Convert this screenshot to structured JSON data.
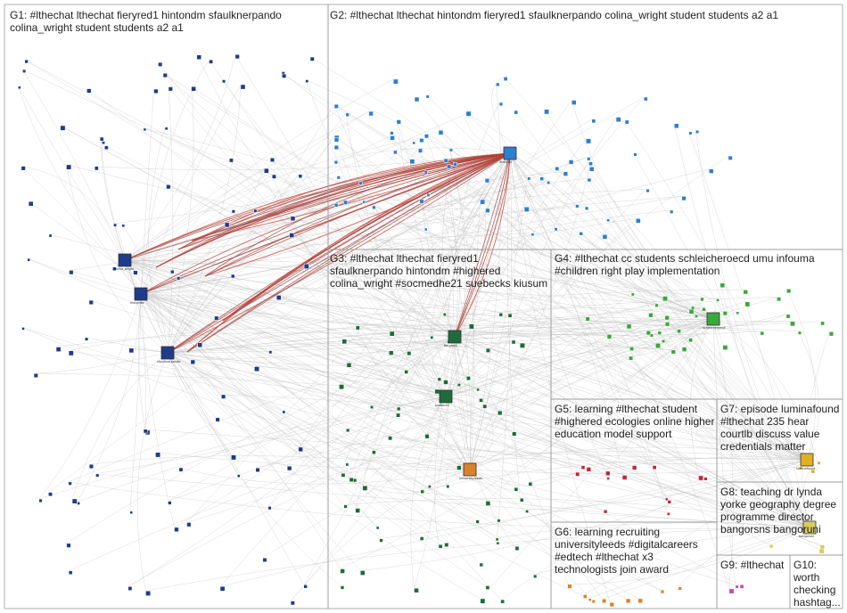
{
  "groups": [
    {
      "id": "G1",
      "label": "G1: #lthechat lthechat fieryred1 hintondm sfaulknerpando colina_wright student students a2 a1",
      "color": "#1f3b8a"
    },
    {
      "id": "G2",
      "label": "G2: #lthechat lthechat hintondm fieryred1 sfaulknerpando colina_wright student students a2 a1",
      "color": "#2d7fd0"
    },
    {
      "id": "G3",
      "label": "G3: #lthechat lthechat fieryred1 sfaulknerpando hintondm #highered colina_wright #socmedhe21 suebecks kiusum",
      "color": "#1e6b3c"
    },
    {
      "id": "G4",
      "label": "G4: #lthechat cc students schleicheroecd umu infouma #children right play implementation",
      "color": "#3aa83a"
    },
    {
      "id": "G5",
      "label": "G5: learning #lthechat student #highered ecologies online higher education model support",
      "color": "#c0263a"
    },
    {
      "id": "G6",
      "label": "G6: learning recruiting universityleeds #digitalcareers #edtech #lthechat x3 technologists join award",
      "color": "#d9822b"
    },
    {
      "id": "G7",
      "label": "G7: episode luminafound #lthechat 235 hear courtlb discuss value credentials matter",
      "color": "#e0b020"
    },
    {
      "id": "G8",
      "label": "G8: teaching dr lynda yorke geography degree programme director bangorsns bangoruni",
      "color": "#d8cc60"
    },
    {
      "id": "G9",
      "label": "G9: #lthechat",
      "color": "#c04fa0"
    },
    {
      "id": "G10",
      "label": "G10: worth checking hashtag...",
      "color": "#4b2a8a"
    }
  ],
  "hub_nodes": [
    {
      "name": "sfaulknerpando",
      "group": "G1"
    },
    {
      "name": "hintondm",
      "group": "G1"
    },
    {
      "name": "colina_wright",
      "group": "G1"
    },
    {
      "name": "lthechat",
      "group": "G2"
    },
    {
      "name": "fieryred1",
      "group": "G3"
    },
    {
      "name": "suebecks",
      "group": "G3"
    },
    {
      "name": "schleicheroecd",
      "group": "G4"
    },
    {
      "name": "universityleeds",
      "group": "G6"
    },
    {
      "name": "luminafound",
      "group": "G7"
    },
    {
      "name": "bangoruni",
      "group": "G8"
    }
  ]
}
